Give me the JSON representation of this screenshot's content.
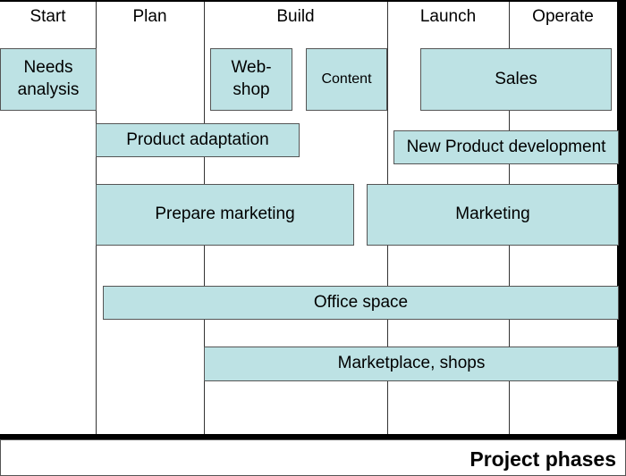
{
  "phases": [
    "Start",
    "Plan",
    "Build",
    "Launch",
    "Operate"
  ],
  "tasks": {
    "needs_analysis": "Needs analysis",
    "web_shop": "Web-shop",
    "content": "Content",
    "sales": "Sales",
    "product_adaptation": "Product adaptation",
    "new_product_development": "New Product development",
    "prepare_marketing": "Prepare marketing",
    "marketing": "Marketing",
    "office_space": "Office space",
    "marketplace_shops": "Marketplace, shops"
  },
  "footer": {
    "label": "Project phases"
  },
  "colors": {
    "task_fill": "#bde2e4"
  }
}
